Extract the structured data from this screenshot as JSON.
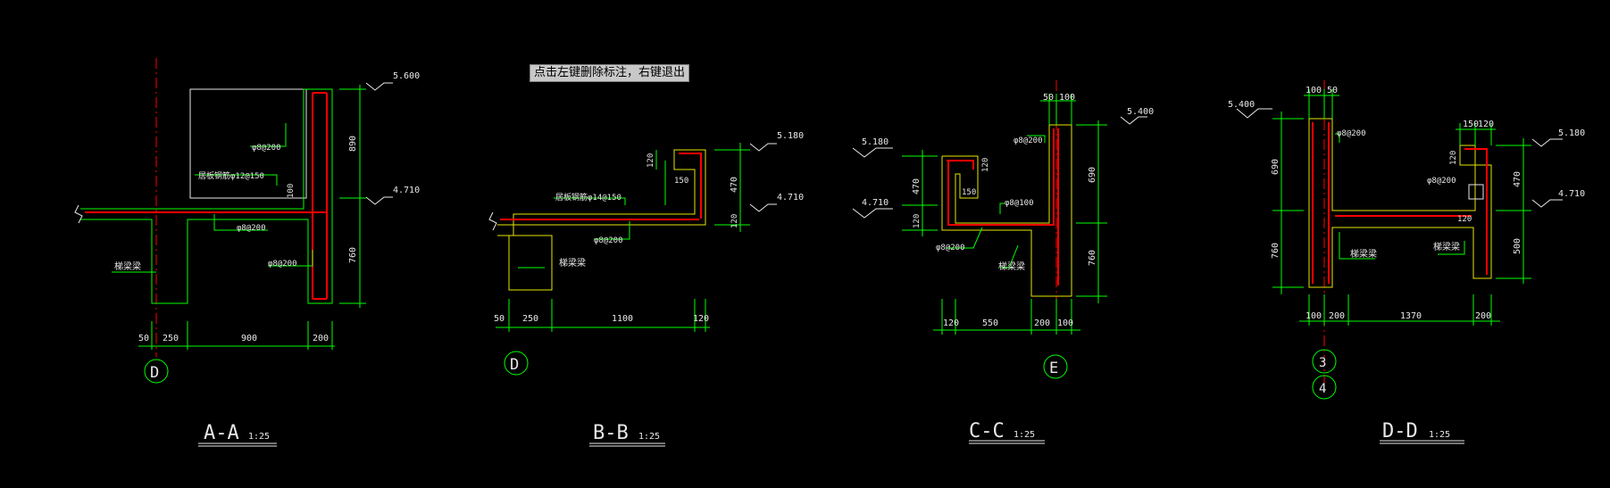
{
  "tooltip": "点击左键删除标注，右键退出",
  "colors": {
    "background": "#000000",
    "dim": "#00ff00",
    "concrete": "#ffff00",
    "rebar": "#ff0000",
    "text": "#e8e8e8",
    "axis": "#ff0000"
  },
  "sections": [
    {
      "id": "A-A",
      "title": "A-A",
      "scale": "1:25",
      "levels": [
        "5.600",
        "4.710"
      ],
      "rebar_labels": [
        "φ8@200",
        "居板钢筋φ12@150",
        "φ8@200",
        "φ8@200"
      ],
      "beam_label": "梯梁梁",
      "dims_bottom": [
        "50",
        "250",
        "900",
        "200"
      ],
      "dims_side": [
        "890",
        "760",
        "100"
      ],
      "axis": "D"
    },
    {
      "id": "B-B",
      "title": "B-B",
      "scale": "1:25",
      "levels": [
        "5.180",
        "4.710"
      ],
      "rebar_labels": [
        "居板钢筋φ14@150",
        "φ8@200"
      ],
      "beam_label": "梯梁梁",
      "dims_bottom": [
        "50",
        "250",
        "1100",
        "120"
      ],
      "dims_side": [
        "470",
        "120",
        "120",
        "150"
      ],
      "axis": "D"
    },
    {
      "id": "C-C",
      "title": "C-C",
      "scale": "1:25",
      "levels": [
        "5.400",
        "5.180",
        "4.710"
      ],
      "rebar_labels": [
        "φ8@200",
        "φ8@100",
        "φ8@200"
      ],
      "beam_label": "梯梁梁",
      "dims_bottom": [
        "120",
        "550",
        "200",
        "100"
      ],
      "dims_top": [
        "50",
        "100"
      ],
      "dims_side": [
        "690",
        "760",
        "470",
        "120",
        "120",
        "150"
      ],
      "axis": "E"
    },
    {
      "id": "D-D",
      "title": "D-D",
      "scale": "1:25",
      "levels": [
        "5.400",
        "5.180",
        "4.710"
      ],
      "rebar_labels": [
        "φ8@200",
        "φ8@200"
      ],
      "beam_labels": [
        "梯梁梁",
        "梯梁梁"
      ],
      "dims_bottom": [
        "100",
        "200",
        "1370",
        "200"
      ],
      "dims_top": [
        "100",
        "50",
        "150",
        "120"
      ],
      "dims_side": [
        "690",
        "760",
        "120",
        "470",
        "120",
        "500"
      ],
      "axes": [
        "3",
        "4"
      ]
    }
  ]
}
